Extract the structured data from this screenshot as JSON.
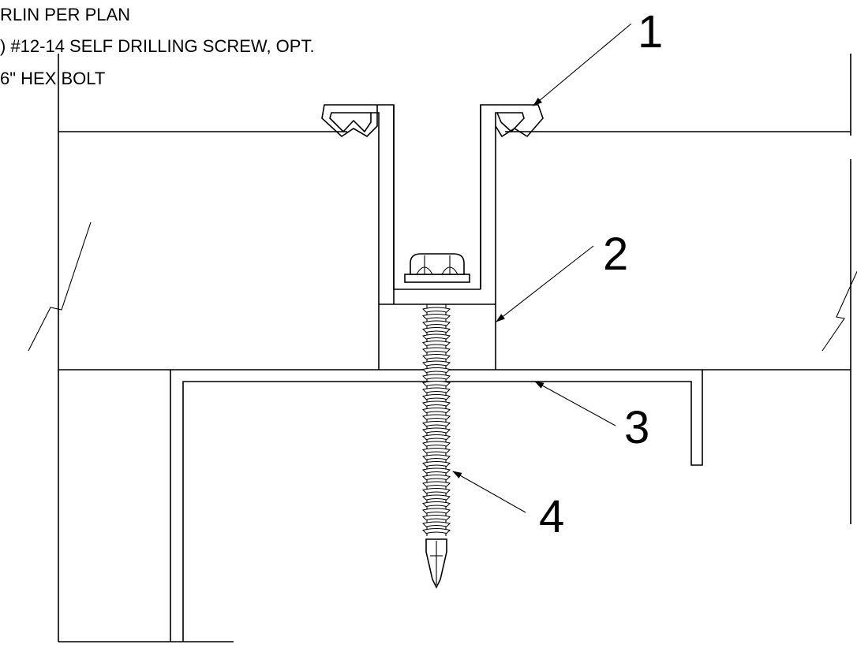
{
  "notes": [
    "RLIN PER PLAN",
    ") #12-14 SELF DRILLING SCREW, OPT.",
    "6\" HEX BOLT"
  ],
  "callouts": {
    "c1": "1",
    "c2": "2",
    "c3": "3",
    "c4": "4"
  }
}
